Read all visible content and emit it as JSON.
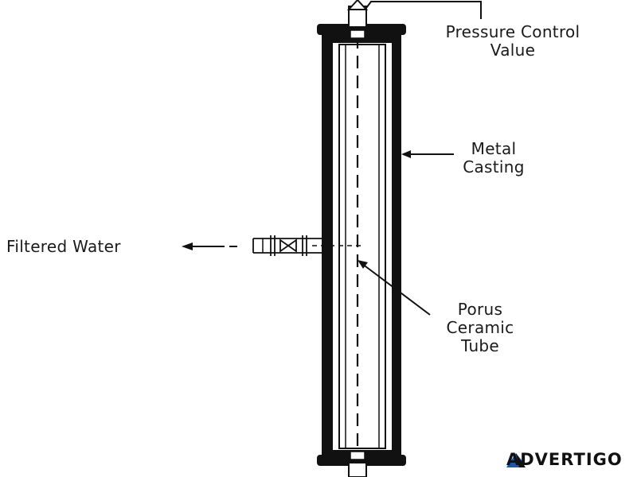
{
  "labels": {
    "pressure_control_line1": "Pressure Control",
    "pressure_control_line2": "Value",
    "metal_casting_line1": "Metal",
    "metal_casting_line2": "Casting",
    "porus_line1": "Porus",
    "porus_line2": "Ceramic",
    "porus_line3": "Tube",
    "filtered_water": "Filtered Water"
  },
  "watermark": {
    "text": "ADVERTIGO",
    "accent_color": "#1c56a8"
  },
  "colors": {
    "ink": "#111111",
    "background": "#ffffff"
  }
}
